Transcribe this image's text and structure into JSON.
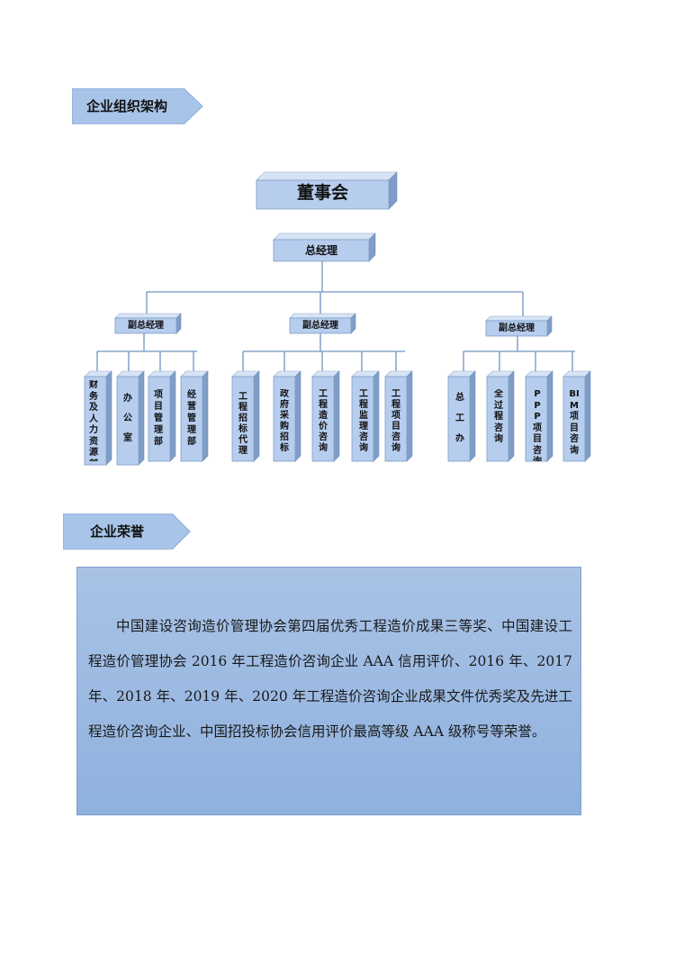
{
  "sections": {
    "org_title": "企业组织架构",
    "honors_title": "企业荣誉"
  },
  "org_chart": {
    "board": "董事会",
    "gm": "总经理",
    "vps": [
      {
        "label": "副总经理",
        "departments": [
          "财务及人力资源部",
          "办公室",
          "项目管理部",
          "经营管理部"
        ]
      },
      {
        "label": "副总经理",
        "departments": [
          "工程招标代理",
          "政府采购招标",
          "工程造价咨询",
          "工程监理咨询",
          "工程项目咨询"
        ]
      },
      {
        "label": "副总经理",
        "departments": [
          "总工办",
          "全过程咨询",
          "PPP项目咨询",
          "BIM项目咨询"
        ]
      }
    ]
  },
  "honors": {
    "text": "中国建设咨询造价管理协会第四届优秀工程造价成果三等奖、中国建设工程造价管理协会 2016 年工程造价咨询企业 AAA 信用评价、2016 年、2017 年、2018 年、2019 年、2020 年工程造价咨询企业成果文件优秀奖及先进工程造价咨询企业、中国招投标协会信用评价最高等级 AAA 级称号等荣誉。"
  },
  "colors": {
    "banner_fill": "#a8c4e8",
    "box_front": "#b6cdee",
    "box_top": "#d7e4f6",
    "box_side": "#7f9dc7",
    "connector": "#6f93c3",
    "honors_bg": "#9cbae2"
  }
}
